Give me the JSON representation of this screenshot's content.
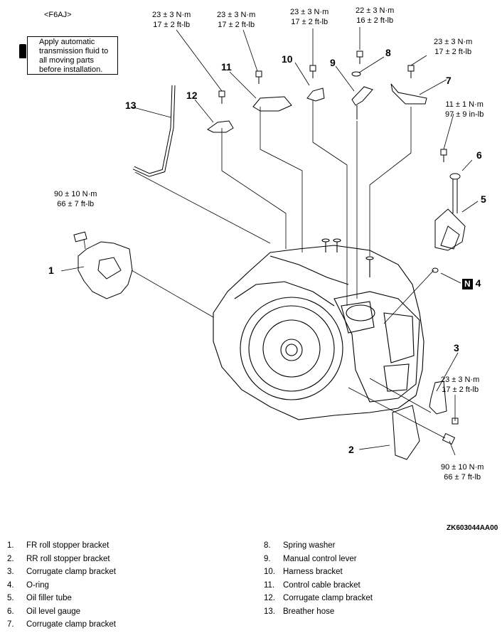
{
  "diagram": {
    "variant": "<F6AJ>",
    "note": "Apply automatic transmission fluid to all moving parts before installation.",
    "note_icon": "fluid-bottle-icon",
    "figure_code": "ZK603044AA00",
    "torques": {
      "t12": [
        "23 ± 3 N·m",
        "17 ± 2 ft-lb"
      ],
      "t11": [
        "23 ± 3 N·m",
        "17 ± 2 ft-lb"
      ],
      "t10": [
        "23 ± 3 N·m",
        "17 ± 2 ft-lb"
      ],
      "t8": [
        "22 ± 3 N·m",
        "16 ± 2 ft-lb"
      ],
      "t7": [
        "23 ± 3 N·m",
        "17 ± 2 ft-lb"
      ],
      "t6": [
        "11 ± 1 N·m",
        "97 ± 9 in-lb"
      ],
      "t1": [
        "90 ± 10 N·m",
        "66 ± 7 ft-lb"
      ],
      "t3": [
        "23 ± 3 N·m",
        "17 ± 2 ft-lb"
      ],
      "t2": [
        "90 ± 10 N·m",
        "66 ± 7 ft-lb"
      ]
    },
    "callouts": [
      "1",
      "2",
      "3",
      "4",
      "5",
      "6",
      "7",
      "8",
      "9",
      "10",
      "11",
      "12",
      "13"
    ],
    "n_mark": "N"
  },
  "legend": {
    "left": [
      {
        "n": "1.",
        "text": "FR roll stopper bracket"
      },
      {
        "n": "2.",
        "text": "RR roll stopper bracket"
      },
      {
        "n": "3.",
        "text": "Corrugate clamp bracket"
      },
      {
        "n": "4.",
        "text": "O-ring"
      },
      {
        "n": "5.",
        "text": "Oil filler tube"
      },
      {
        "n": "6.",
        "text": "Oil level gauge"
      },
      {
        "n": "7.",
        "text": "Corrugate clamp bracket"
      }
    ],
    "right": [
      {
        "n": "8.",
        "text": "Spring washer"
      },
      {
        "n": "9.",
        "text": "Manual control lever"
      },
      {
        "n": "10.",
        "text": "Harness bracket"
      },
      {
        "n": "11.",
        "text": "Control cable bracket"
      },
      {
        "n": "12.",
        "text": "Corrugate clamp bracket"
      },
      {
        "n": "13.",
        "text": "Breather hose"
      }
    ]
  }
}
